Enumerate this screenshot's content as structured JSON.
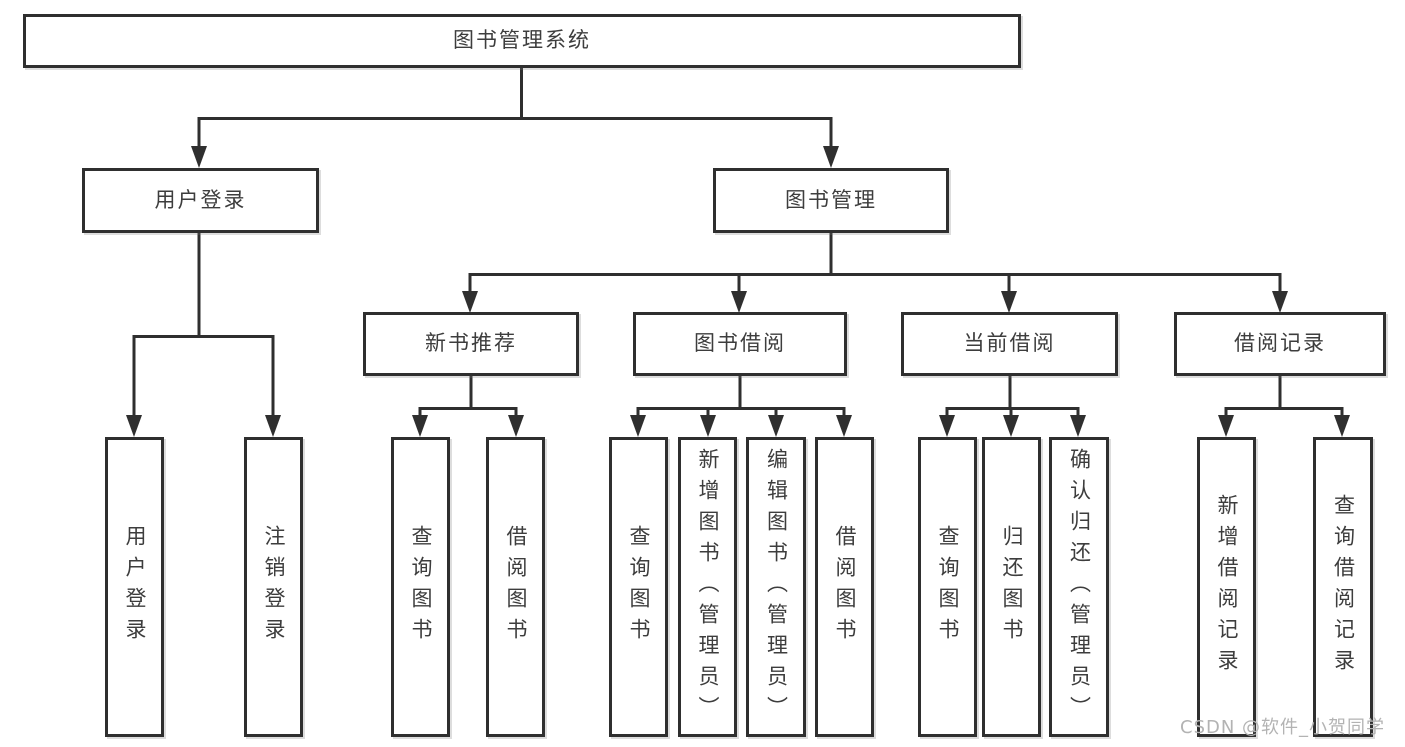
{
  "diagram_type": "tree",
  "tree": {
    "label": "图书管理系统",
    "children": [
      {
        "label": "用户登录",
        "children": [
          {
            "label": "用户登录"
          },
          {
            "label": "注销登录"
          }
        ]
      },
      {
        "label": "图书管理",
        "children": [
          {
            "label": "新书推荐",
            "children": [
              {
                "label": "查询图书"
              },
              {
                "label": "借阅图书"
              }
            ]
          },
          {
            "label": "图书借阅",
            "children": [
              {
                "label": "查询图书"
              },
              {
                "label": "新增图书（管理员）"
              },
              {
                "label": "编辑图书（管理员）"
              },
              {
                "label": "借阅图书"
              }
            ]
          },
          {
            "label": "当前借阅",
            "children": [
              {
                "label": "查询图书"
              },
              {
                "label": "归还图书"
              },
              {
                "label": "确认归还（管理员）"
              }
            ]
          },
          {
            "label": "借阅记录",
            "children": [
              {
                "label": "新增借阅记录"
              },
              {
                "label": "查询借阅记录"
              }
            ]
          }
        ]
      }
    ]
  },
  "watermark": {
    "text": "CSDN @软件_小贺同学"
  },
  "colors": {
    "line": "#2f2f2f",
    "box_border": "#2f2f2f",
    "text": "#3d3d3d",
    "background": "#ffffff",
    "watermark": "#b3b3b3"
  }
}
